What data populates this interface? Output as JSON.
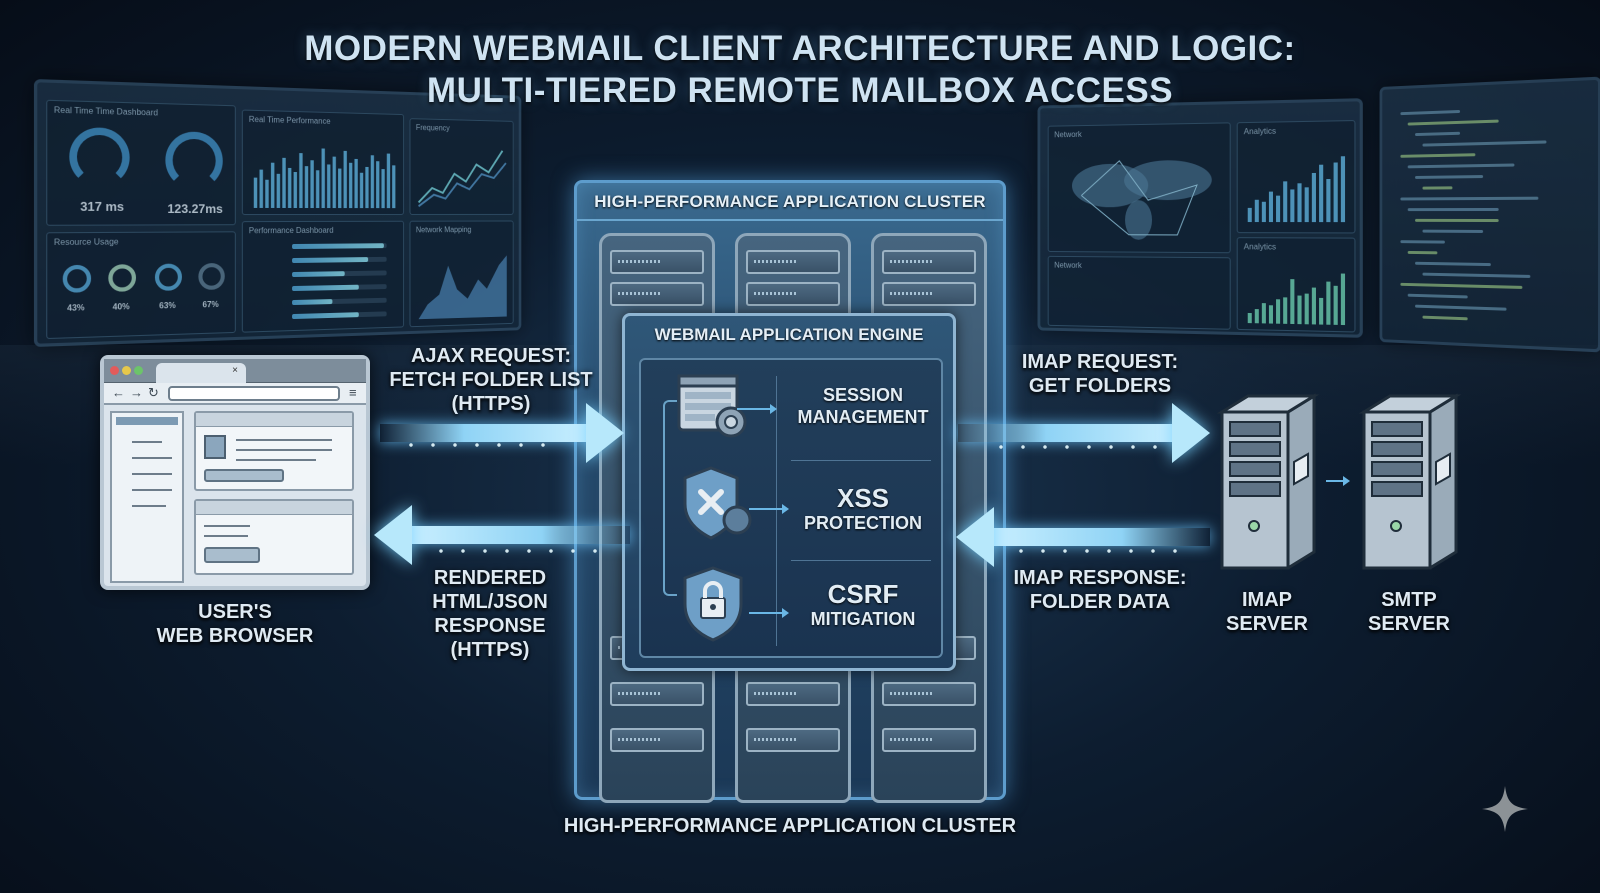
{
  "title": {
    "line1": "MODERN WEBMAIL CLIENT ARCHITECTURE AND LOGIC:",
    "line2": "MULTI-TIERED REMOTE MAILBOX ACCESS"
  },
  "background": {
    "left_monitor": {
      "panels": {
        "realtime_dashboard": "Real Time Time Dashboard",
        "realtime_performance": "Real Time Performance",
        "frequency": "Frequency",
        "performance_dashboard": "Performance Dashboard",
        "resource_usage": "Resource Usage",
        "network_mapping": "Network Mapping"
      },
      "gauges": [
        "317 ms",
        "123.27ms"
      ],
      "rings": [
        "43%",
        "40%",
        "63%",
        "67%"
      ],
      "bars": [
        0.97,
        0.8,
        0.55,
        0.7,
        0.42,
        0.7
      ]
    },
    "right_monitor": {
      "panels": {
        "network": "Network",
        "analytics_top": "Analytics",
        "analytics_bottom": "Analytics",
        "network_bottom": "Network"
      }
    }
  },
  "cluster": {
    "label_top": "HIGH-PERFORMANCE APPLICATION CLUSTER",
    "label_bottom": "HIGH-PERFORMANCE APPLICATION CLUSTER"
  },
  "engine": {
    "title": "WEBMAIL APPLICATION ENGINE",
    "features": [
      {
        "line1": "SESSION",
        "line2": "MANAGEMENT",
        "icon": "browser-gear-icon"
      },
      {
        "line1": "XSS",
        "line2": "PROTECTION",
        "icon": "shield-x-icon"
      },
      {
        "line1": "CSRF",
        "line2": "MITIGATION",
        "icon": "shield-lock-icon"
      }
    ]
  },
  "flows": {
    "ajax_request": {
      "line1": "AJAX REQUEST:",
      "line2": "FETCH FOLDER LIST",
      "line3": "(HTTPS)"
    },
    "rendered_response": {
      "line1": "RENDERED",
      "line2": "HTML/JSON",
      "line3": "RESPONSE",
      "line4": "(HTTPS)"
    },
    "imap_request": {
      "line1": "IMAP REQUEST:",
      "line2": "GET FOLDERS"
    },
    "imap_response": {
      "line1": "IMAP RESPONSE:",
      "line2": "FOLDER DATA"
    }
  },
  "browser": {
    "label_line1": "USER'S",
    "label_line2": "WEB BROWSER",
    "tab_close": "×"
  },
  "servers": [
    {
      "line1": "IMAP",
      "line2": "SERVER"
    },
    {
      "line1": "SMTP",
      "line2": "SERVER"
    }
  ],
  "colors": {
    "accent": "#8fd3f5",
    "cluster_border": "#5d9ccc",
    "background": "#07101c"
  }
}
